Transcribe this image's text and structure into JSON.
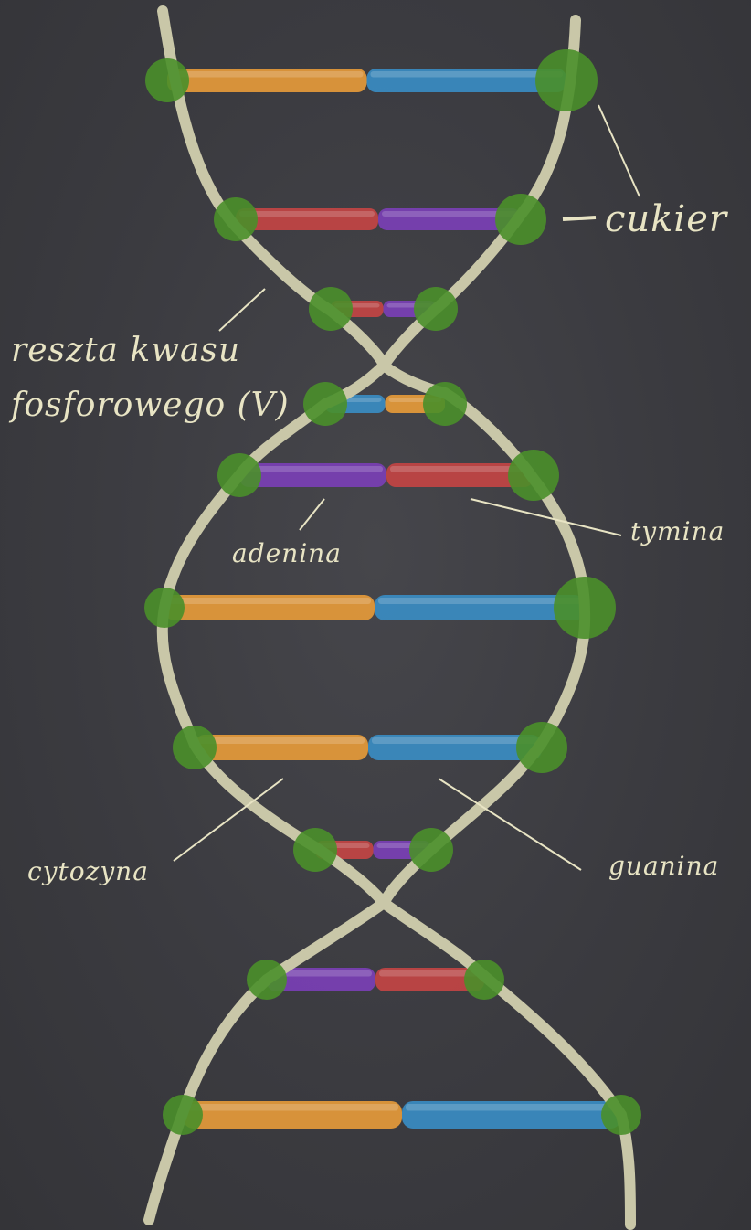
{
  "labels": {
    "sugar": "cukier",
    "phosphate_line1": "reszta kwasu",
    "phosphate_line2": "fosforowego (V)",
    "adenine": "adenina",
    "thymine": "tymina",
    "cytosine": "cytozyna",
    "guanine": "guanina"
  },
  "colors": {
    "background": "#3b3b40",
    "backbone": "#c9c7a8",
    "sugar_node": "#4a8f2a",
    "adenine": "#7a3fb5",
    "thymine": "#c24444",
    "cytosine": "#e59a3a",
    "guanine": "#3a8cc2",
    "label_text": "#e8e4c4"
  },
  "base_pairs": [
    {
      "left": "cytosine",
      "right": "guanine"
    },
    {
      "left": "thymine",
      "right": "adenine"
    },
    {
      "left": "thymine",
      "right": "adenine"
    },
    {
      "left": "guanine",
      "right": "cytosine"
    },
    {
      "left": "adenine",
      "right": "thymine"
    },
    {
      "left": "cytosine",
      "right": "guanine"
    },
    {
      "left": "cytosine",
      "right": "guanine"
    },
    {
      "left": "thymine",
      "right": "adenine"
    },
    {
      "left": "adenine",
      "right": "thymine"
    },
    {
      "left": "cytosine",
      "right": "guanine"
    }
  ]
}
